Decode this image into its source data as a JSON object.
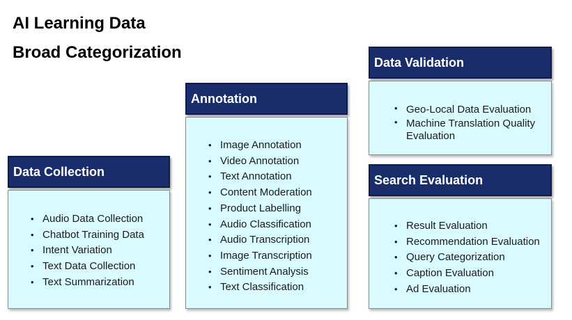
{
  "title": {
    "line1": "AI Learning Data",
    "line2": "Broad Categorization"
  },
  "colors": {
    "header_bg": "#1a2d6b",
    "body_bg": "#d9fbff",
    "header_text": "#ffffff"
  },
  "cards": {
    "data_collection": {
      "heading": "Data Collection",
      "items": [
        "Audio Data Collection",
        "Chatbot Training Data",
        "Intent Variation",
        "Text Data Collection",
        "Text Summarization"
      ]
    },
    "annotation": {
      "heading": "Annotation",
      "items": [
        "Image Annotation",
        "Video Annotation",
        "Text Annotation",
        "Content Moderation",
        "Product Labelling",
        "Audio Classification",
        "Audio Transcription",
        "Image Transcription",
        "Sentiment Analysis",
        "Text Classification"
      ]
    },
    "data_validation": {
      "heading": "Data Validation",
      "items": [
        "Geo-Local Data Evaluation",
        "Machine Translation Quality Evaluation"
      ]
    },
    "search_evaluation": {
      "heading": "Search Evaluation",
      "items": [
        "Result Evaluation",
        "Recommendation Evaluation",
        "Query Categorization",
        "Caption Evaluation",
        "Ad Evaluation"
      ]
    }
  }
}
